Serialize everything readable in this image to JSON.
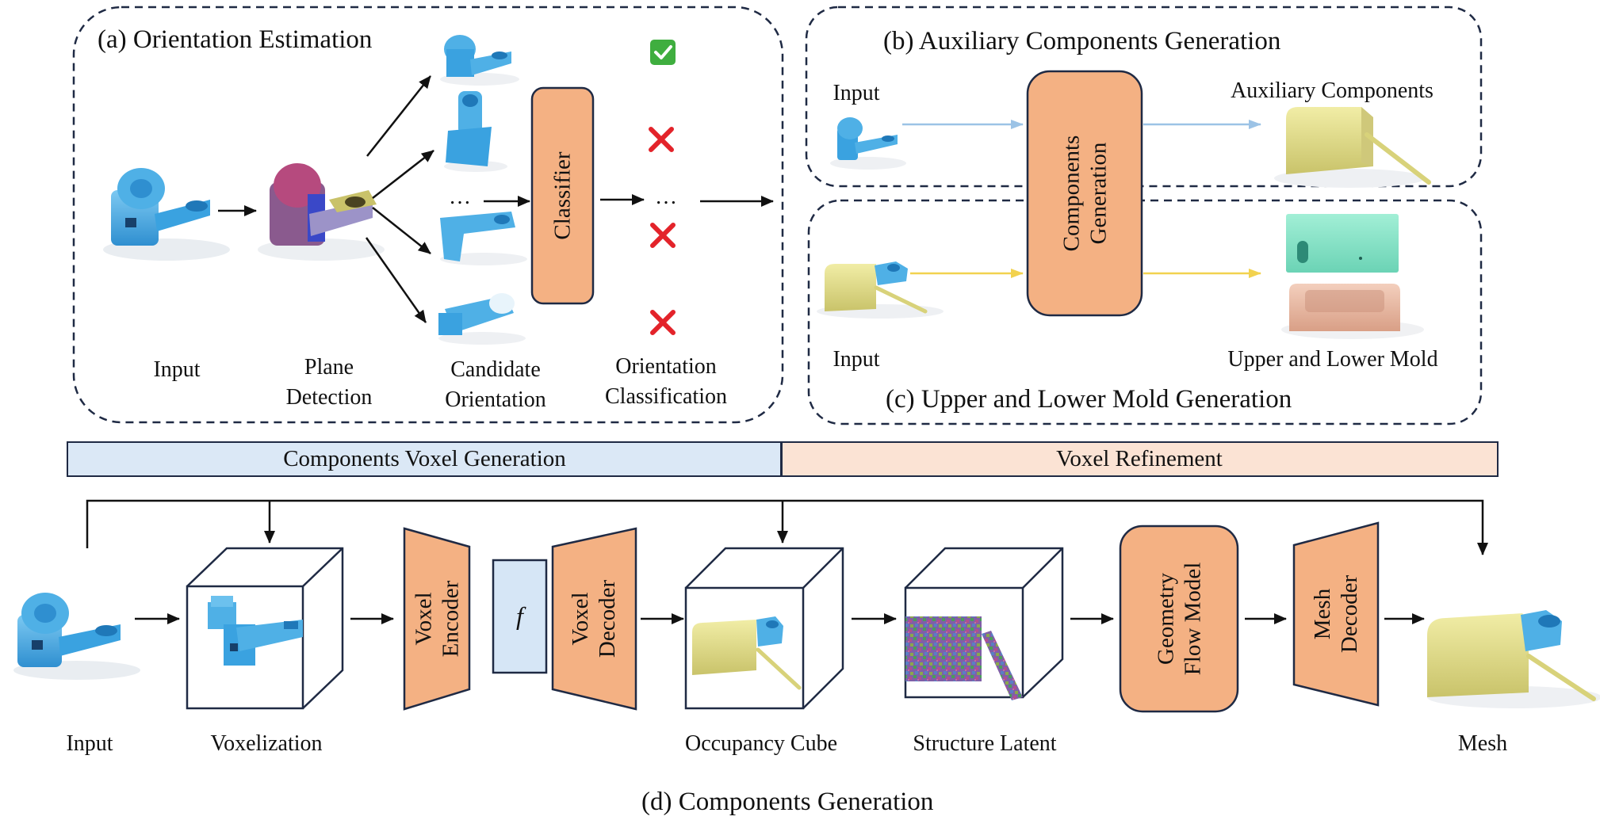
{
  "panel_a": {
    "title": "(a) Orientation Estimation",
    "labels": {
      "input": "Input",
      "plane_detection": [
        "Plane",
        "Detection"
      ],
      "candidate_orientation": [
        "Candidate",
        "Orientation"
      ],
      "orientation_classification": [
        "Orientation",
        "Classification"
      ]
    },
    "classifier": "Classifier",
    "ellipsis": "…",
    "results": [
      "check",
      "cross",
      "cross",
      "cross"
    ]
  },
  "panel_b": {
    "title": "(b) Auxiliary Components Generation",
    "input": "Input",
    "output": "Auxiliary Components"
  },
  "panel_c": {
    "title": "(c) Upper and Lower Mold Generation",
    "input": "Input",
    "output": "Upper and Lower Mold"
  },
  "components_generation_box": [
    "Components",
    "Generation"
  ],
  "bands": {
    "left": "Components Voxel Generation",
    "right": "Voxel Refinement"
  },
  "panel_d": {
    "title": "(d) Components Generation",
    "labels": {
      "input": "Input",
      "voxelization": "Voxelization",
      "occupancy_cube": "Occupancy Cube",
      "structure_latent": "Structure Latent",
      "mesh": "Mesh"
    },
    "voxel_encoder": [
      "Voxel",
      "Encoder"
    ],
    "latent_symbol": "f",
    "voxel_decoder": [
      "Voxel",
      "Decoder"
    ],
    "geometry_flow_model": [
      "Geometry",
      "Flow Model"
    ],
    "mesh_decoder": [
      "Mesh",
      "Decoder"
    ]
  },
  "colors": {
    "orange_box": "#f4b183",
    "orange_stroke": "#1f2a44",
    "blue_band": "#dbe8f6",
    "peach_band": "#fbe3d4",
    "latent_blue": "#d6e6f6",
    "part_blue": "#4fb0e6",
    "aux_yellow": "#e4df8c",
    "mold_teal": "#86e3c8",
    "mold_pink": "#e9b9a3",
    "arrow_blue": "#9cc3e6",
    "arrow_yellow": "#f2d24f",
    "check_green": "#3fae3f",
    "cross_red": "#e3232a"
  }
}
